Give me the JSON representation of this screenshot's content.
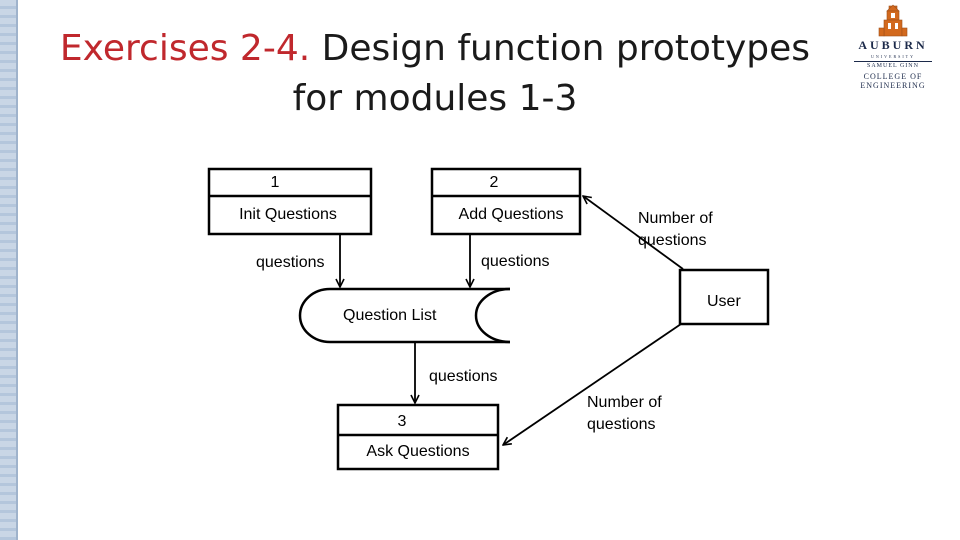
{
  "slide": {
    "title_highlight": "Exercises 2-4.",
    "title_rest": " Design function prototypes",
    "title_line2": "for modules 1-3"
  },
  "logo": {
    "name": "AUBURN",
    "line1": "UNIVERSITY",
    "line2": "SAMUEL GINN",
    "line3": "COLLEGE OF ENGINEERING",
    "icon": "tower-icon"
  },
  "diagram": {
    "process1": {
      "number": "1",
      "name": "Init Questions"
    },
    "process2": {
      "number": "2",
      "name": "Add Questions"
    },
    "process3": {
      "number": "3",
      "name": "Ask Questions"
    },
    "datastore": {
      "name": "Question List"
    },
    "external": {
      "name": "User"
    },
    "flows": {
      "p1_to_store": "questions",
      "p2_to_store": "questions",
      "store_to_p3": "questions",
      "user_to_p2": "Number of questions",
      "user_to_p3": "Number of questions"
    },
    "colors": {
      "line": "#000000",
      "title_accent": "#c0282d"
    }
  }
}
